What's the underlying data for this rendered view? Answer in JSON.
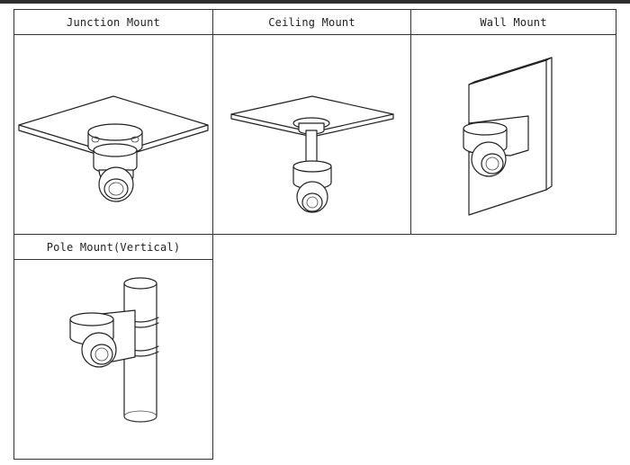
{
  "mounts": [
    {
      "label": "Junction Mount"
    },
    {
      "label": "Ceiling Mount"
    },
    {
      "label": "Wall Mount"
    },
    {
      "label": "Pole Mount(Vertical)"
    }
  ]
}
